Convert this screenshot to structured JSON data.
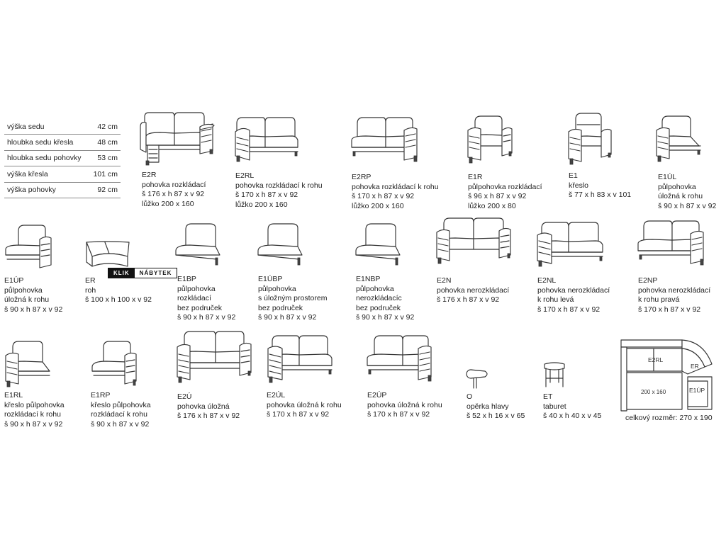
{
  "dims": [
    {
      "label": "výška sedu",
      "value": "42 cm"
    },
    {
      "label": "hloubka sedu křesla",
      "value": "48 cm"
    },
    {
      "label": "hloubka sedu pohovky",
      "value": "53 cm"
    },
    {
      "label": "výška křesla",
      "value": "101 cm"
    },
    {
      "label": "výška pohovky",
      "value": "92 cm"
    }
  ],
  "watermark": {
    "left": "KLIK",
    "right": "NÁBYTEK"
  },
  "items": [
    {
      "code": "E2R",
      "lines": [
        "pohovka rozkládací",
        "š 176 x h 87 x v 92",
        "lůžko 200 x 160"
      ]
    },
    {
      "code": "E2RL",
      "lines": [
        "pohovka rozkládací k rohu",
        "š 170 x h 87 x v 92",
        "lůžko 200 x 160"
      ]
    },
    {
      "code": "E2RP",
      "lines": [
        "pohovka rozkládací k rohu",
        "š 170 x h 87 x v 92",
        "lůžko 200 x 160"
      ]
    },
    {
      "code": "E1R",
      "lines": [
        "půlpohovka rozkládací",
        "š 96 x h 87 x v 92",
        "lůžko 200 x 80"
      ]
    },
    {
      "code": "E1",
      "lines": [
        "křeslo",
        "š 77  x h 83  x v 101"
      ]
    },
    {
      "code": "E1ÚL",
      "lines": [
        "půlpohovka",
        "úložná k rohu",
        "š 90 x h 87 x v 92"
      ]
    },
    {
      "code": "E1ÚP",
      "lines": [
        "půlpohovka",
        "úložná k rohu",
        "š 90 x h 87 x v 92"
      ]
    },
    {
      "code": "ER",
      "lines": [
        "roh",
        "š 100 x  h 100 x v 92"
      ]
    },
    {
      "code": "E1BP",
      "lines": [
        "půlpohovka",
        "rozkládací",
        "bez područek",
        "š 90 x h 87 x v 92"
      ]
    },
    {
      "code": "E1ÚBP",
      "lines": [
        "půlpohovka",
        "s úložným prostorem",
        "bez područek",
        "š 90 x h 87 x v 92"
      ]
    },
    {
      "code": "E1NBP",
      "lines": [
        "půlpohovka",
        "nerozkládacíc",
        "bez područek",
        "š 90 x h 87 x v 92"
      ]
    },
    {
      "code": "E2N",
      "lines": [
        "pohovka nerozkládací",
        "š 176 x h 87 x v 92"
      ]
    },
    {
      "code": "E2NL",
      "lines": [
        "pohovka nerozkládací",
        "k rohu levá",
        "š 170 x h 87 x v 92"
      ]
    },
    {
      "code": "E2NP",
      "lines": [
        "pohovka nerozkládací",
        "k rohu pravá",
        "š 170 x h 87 x v 92"
      ]
    },
    {
      "code": "E1RL",
      "lines": [
        "křeslo půlpohovka",
        "rozkládací k rohu",
        "š 90 x h 87 x v 92"
      ]
    },
    {
      "code": "E1RP",
      "lines": [
        "křeslo půlpohovka",
        "rozkládací k rohu",
        "š 90 x h 87 x v 92"
      ]
    },
    {
      "code": "E2Ú",
      "lines": [
        "pohovka úložná",
        "š 176 x h 87 x v 92"
      ]
    },
    {
      "code": "E2ÚL",
      "lines": [
        "pohovka úložná k rohu",
        "š 170 x h 87 x v 92"
      ]
    },
    {
      "code": "E2ÚP",
      "lines": [
        "pohovka úložná k rohu",
        "š 170 x h 87 x v 92"
      ]
    },
    {
      "code": "O",
      "lines": [
        "opěrka hlavy",
        "š 52 x h 16 x v 65"
      ]
    },
    {
      "code": "ET",
      "lines": [
        "taburet",
        "š 40 x h 40 x v 45"
      ]
    }
  ],
  "layout_plan": {
    "labels": [
      "E2RL",
      "ER",
      "200 x 160",
      "E1ÚP"
    ],
    "caption": "celkový rozměr: 270 x 190"
  }
}
